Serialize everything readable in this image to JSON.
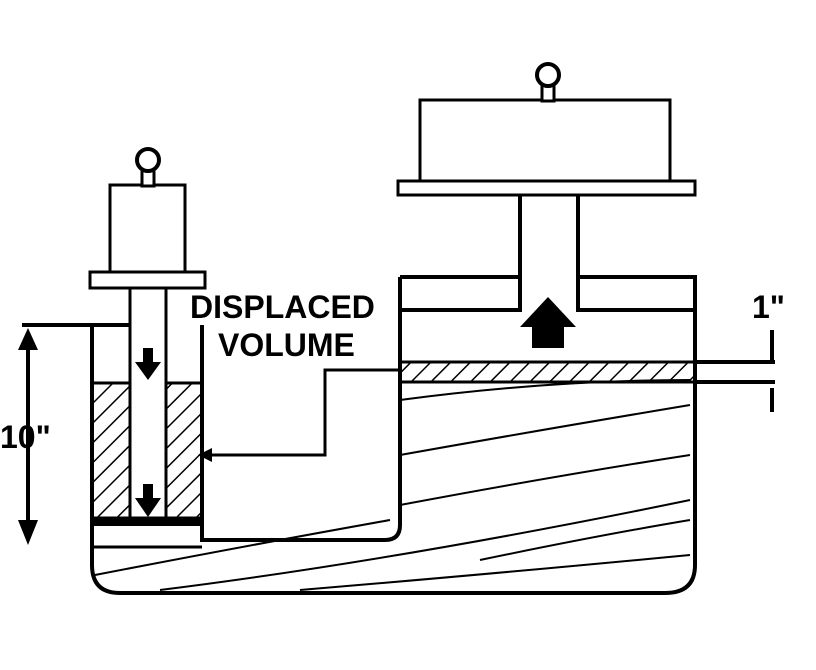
{
  "labels": {
    "displaced_line1": "DISPLACED",
    "displaced_line2": "VOLUME",
    "small_travel": "10\"",
    "large_travel": "1\""
  },
  "colors": {
    "ink": "#000000",
    "paper": "#ffffff"
  }
}
